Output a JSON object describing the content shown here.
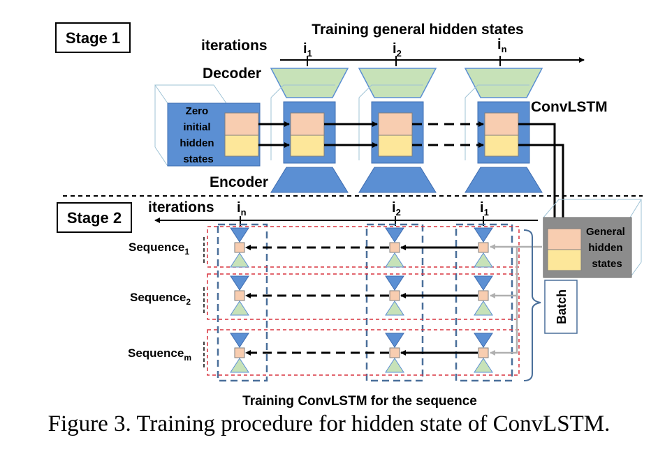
{
  "stage1": {
    "label": "Stage 1",
    "title": "Training general hidden states",
    "iterations_label": "iterations",
    "ticks": [
      {
        "base": "i",
        "sub": "1"
      },
      {
        "base": "i",
        "sub": "2"
      },
      {
        "base": "i",
        "sub": "n"
      }
    ],
    "decoder_label": "Decoder",
    "encoder_label": "Encoder",
    "convlstm_label": "ConvLSTM",
    "zero_state_lines": [
      "Zero",
      "initial",
      "hidden",
      "states"
    ]
  },
  "stage2": {
    "label": "Stage 2",
    "iterations_label": "iterations",
    "ticks": [
      {
        "base": "i",
        "sub": "n"
      },
      {
        "base": "i",
        "sub": "2"
      },
      {
        "base": "i",
        "sub": "1"
      }
    ],
    "sequences": [
      {
        "base": "Sequence",
        "sub": "1"
      },
      {
        "base": "Sequence",
        "sub": "2"
      },
      {
        "base": "Sequence",
        "sub": "m"
      }
    ],
    "general_state_lines": [
      "General",
      "hidden",
      "states"
    ],
    "batch_label": "Batch",
    "bottom_title": "Training ConvLSTM for the sequence"
  },
  "colors": {
    "blue": "#5b8fd3",
    "green": "#c7e2b8",
    "peach": "#f8cdb0",
    "yellow": "#fde79a",
    "gray": "#8c8c8c",
    "red": "#d9333f"
  },
  "caption": "Figure 3. Training procedure for hidden state of ConvLSTM."
}
